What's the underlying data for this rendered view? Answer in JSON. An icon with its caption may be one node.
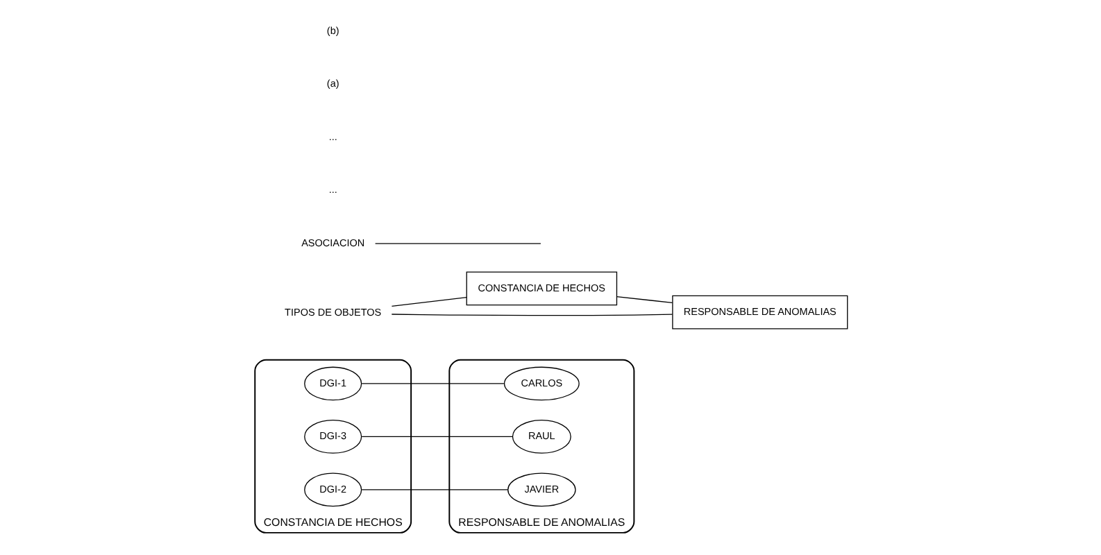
{
  "diagram": {
    "nodes": [
      {
        "text": [
          "CONSTANCIA DE HECHOS"
        ]
      },
      {
        "text": [
          "DGI-1"
        ],
        "in": 0
      },
      {
        "text": [
          "DGI-3"
        ],
        "in": 0
      },
      {
        "text": [
          "DGI-2"
        ],
        "in": 0
      },
      {
        "text": [
          "RESPONSABLE DE ANOMALIAS"
        ]
      },
      {
        "text": [
          "CARLOS"
        ],
        "in": 4
      },
      {
        "text": [
          "RAUL"
        ],
        "in": 4
      },
      {
        "text": [
          "JAVIER"
        ],
        "in": 4
      },
      {
        "text": [
          "TIPOS DE OBJETOS"
        ]
      },
      {
        "text": [
          "CONSTANCIA DE HECHOS"
        ]
      },
      {
        "text": [
          "RESPONSABLE DE ANOMALIAS"
        ]
      },
      {
        "text": [
          "ASOCIACION"
        ]
      }
    ],
    "edges": [
      {
        "from": 1,
        "to": 5,
        "arrow": "none"
      },
      {
        "from": 2,
        "to": 6,
        "arrow": "none"
      },
      {
        "from": 3,
        "to": 7,
        "arrow": "none"
      },
      {
        "from": 8,
        "to": 9,
        "arrow": "none"
      },
      {
        "from": 8,
        "to": 10,
        "arrow": "none"
      },
      {
        "from": 9,
        "to": 10,
        "arrow": "none"
      },
      {
        "from": 11,
        "to": null,
        "arrow": "none"
      }
    ],
    "labels": [
      "...",
      "...",
      "(a)",
      "(b)"
    ]
  }
}
